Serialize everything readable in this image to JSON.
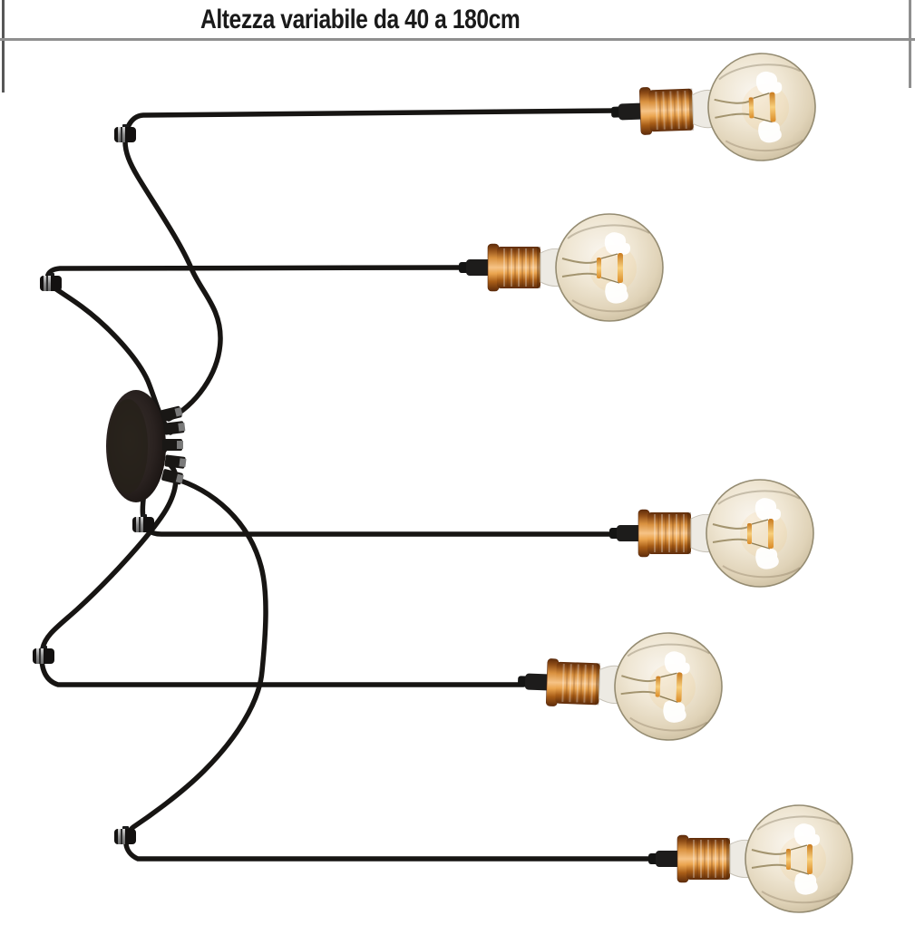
{
  "header": {
    "title": "Altezza variabile da 40 a 180cm"
  },
  "product": {
    "name": "spider pendant chandelier",
    "bulb_count": 5,
    "hook_count": 5,
    "components": {
      "ceiling_rose": "ceiling-rose-canopy",
      "wall_hook": "cable-clamp-hook",
      "bulb": "amber-globe-filament-bulb",
      "socket": "copper-lamp-holder",
      "cable": "black-pendant-cable"
    }
  },
  "colors": {
    "background": "#ffffff",
    "cable": "#171513",
    "copper": "#d9913f",
    "copper_dark": "#5e2c0b",
    "glass_amber": "#e0d3b8",
    "filament": "#e8a13c",
    "rose_black": "#221c19",
    "rule_gray": "#8f8f8f",
    "border_dark": "#575757",
    "title_color": "#1a1a1a"
  }
}
